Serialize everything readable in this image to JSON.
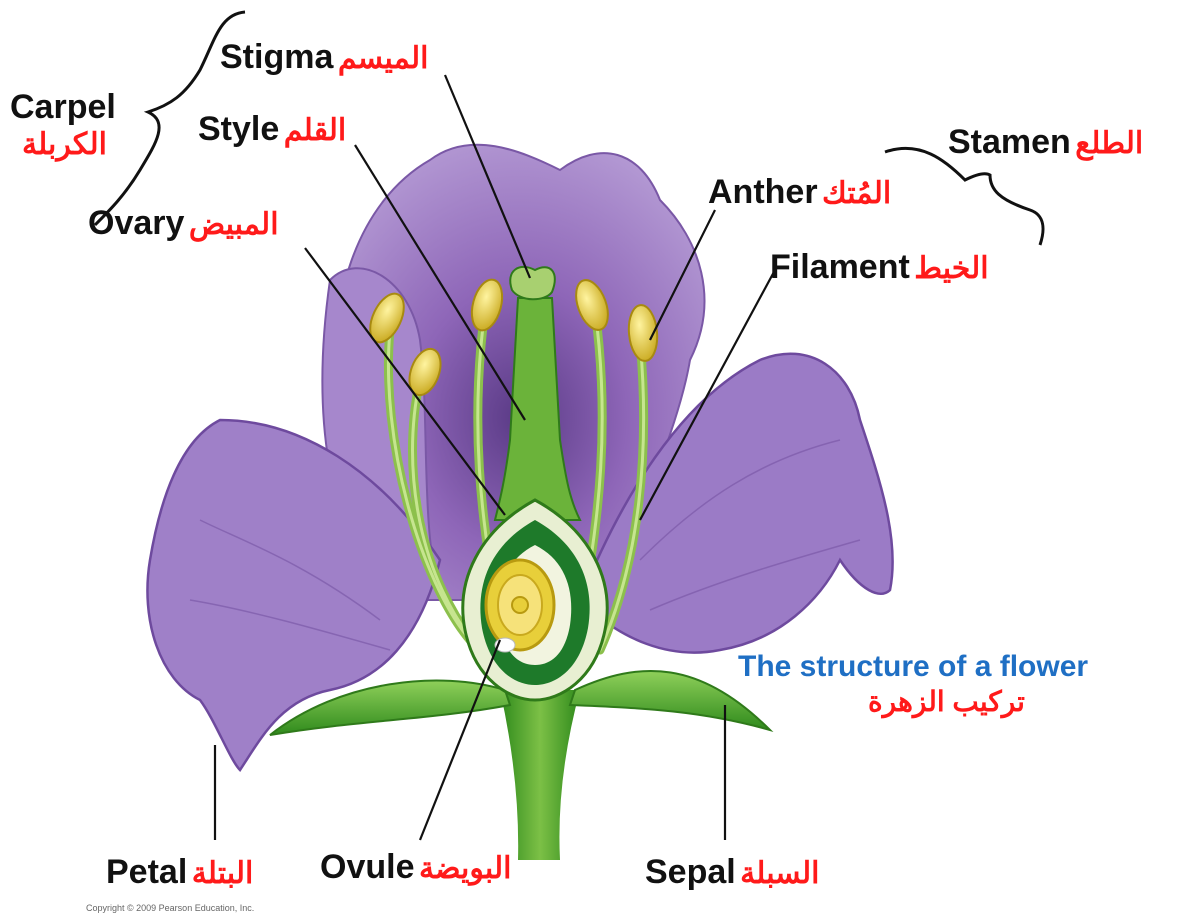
{
  "title": {
    "en": "The structure of a flower",
    "ar": "تركيب الزهرة"
  },
  "labels": {
    "carpel": {
      "en": "Carpel",
      "ar": "الكربلة"
    },
    "stigma": {
      "en": "Stigma",
      "ar": "الميسم"
    },
    "style": {
      "en": "Style",
      "ar": "القلم"
    },
    "ovary": {
      "en": "Ovary",
      "ar": "المبيض"
    },
    "stamen": {
      "en": "Stamen",
      "ar": "الطلع"
    },
    "anther": {
      "en": "Anther",
      "ar": "المُتك"
    },
    "filament": {
      "en": "Filament",
      "ar": "الخيط"
    },
    "petal": {
      "en": "Petal",
      "ar": "البتلة"
    },
    "ovule": {
      "en": "Ovule",
      "ar": "البويضة"
    },
    "sepal": {
      "en": "Sepal",
      "ar": "السبلة"
    }
  },
  "copyright": "Copyright © 2009 Pearson Education, Inc.",
  "colors": {
    "petal": "#9a72c2",
    "petal_dark": "#6e4a9e",
    "stem": "#4ea32a",
    "pollen": "#e8cf3a",
    "label_en": "#111111",
    "label_ar": "#ff1a1a",
    "title_en": "#1f6fc4"
  }
}
